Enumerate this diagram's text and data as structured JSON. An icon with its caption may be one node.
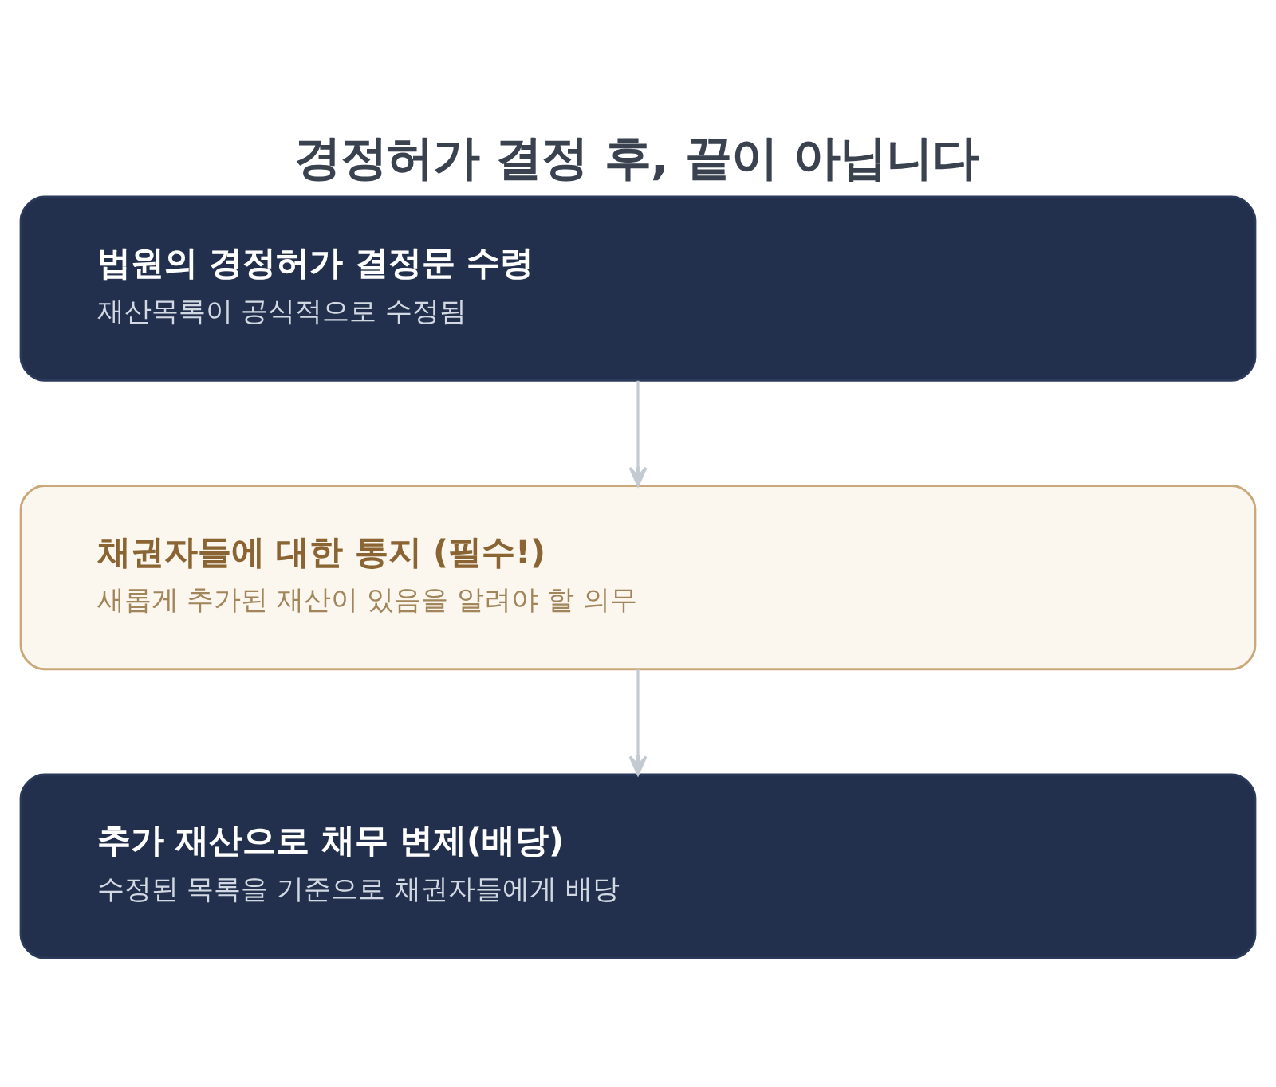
{
  "diagram": {
    "title": "경정허가 결정 후, 끝이 아닙니다",
    "nodes": [
      {
        "text": [
          "법원의 경정허가 결정문 수령",
          "재산목록이 공식적으로 수정됨"
        ]
      },
      {
        "text": [
          "채권자들에 대한 통지 (필수!)",
          "새롭게 추가된 재산이 있음을 알려야 할 의무"
        ]
      },
      {
        "text": [
          "추가 재산으로 채무 변제(배당)",
          "수정된 목록을 기준으로 채권자들에게 배당"
        ]
      }
    ],
    "edges": [
      {
        "from": 0,
        "to": 1,
        "arrow": "to"
      },
      {
        "from": 1,
        "to": 2,
        "arrow": "to"
      }
    ]
  }
}
